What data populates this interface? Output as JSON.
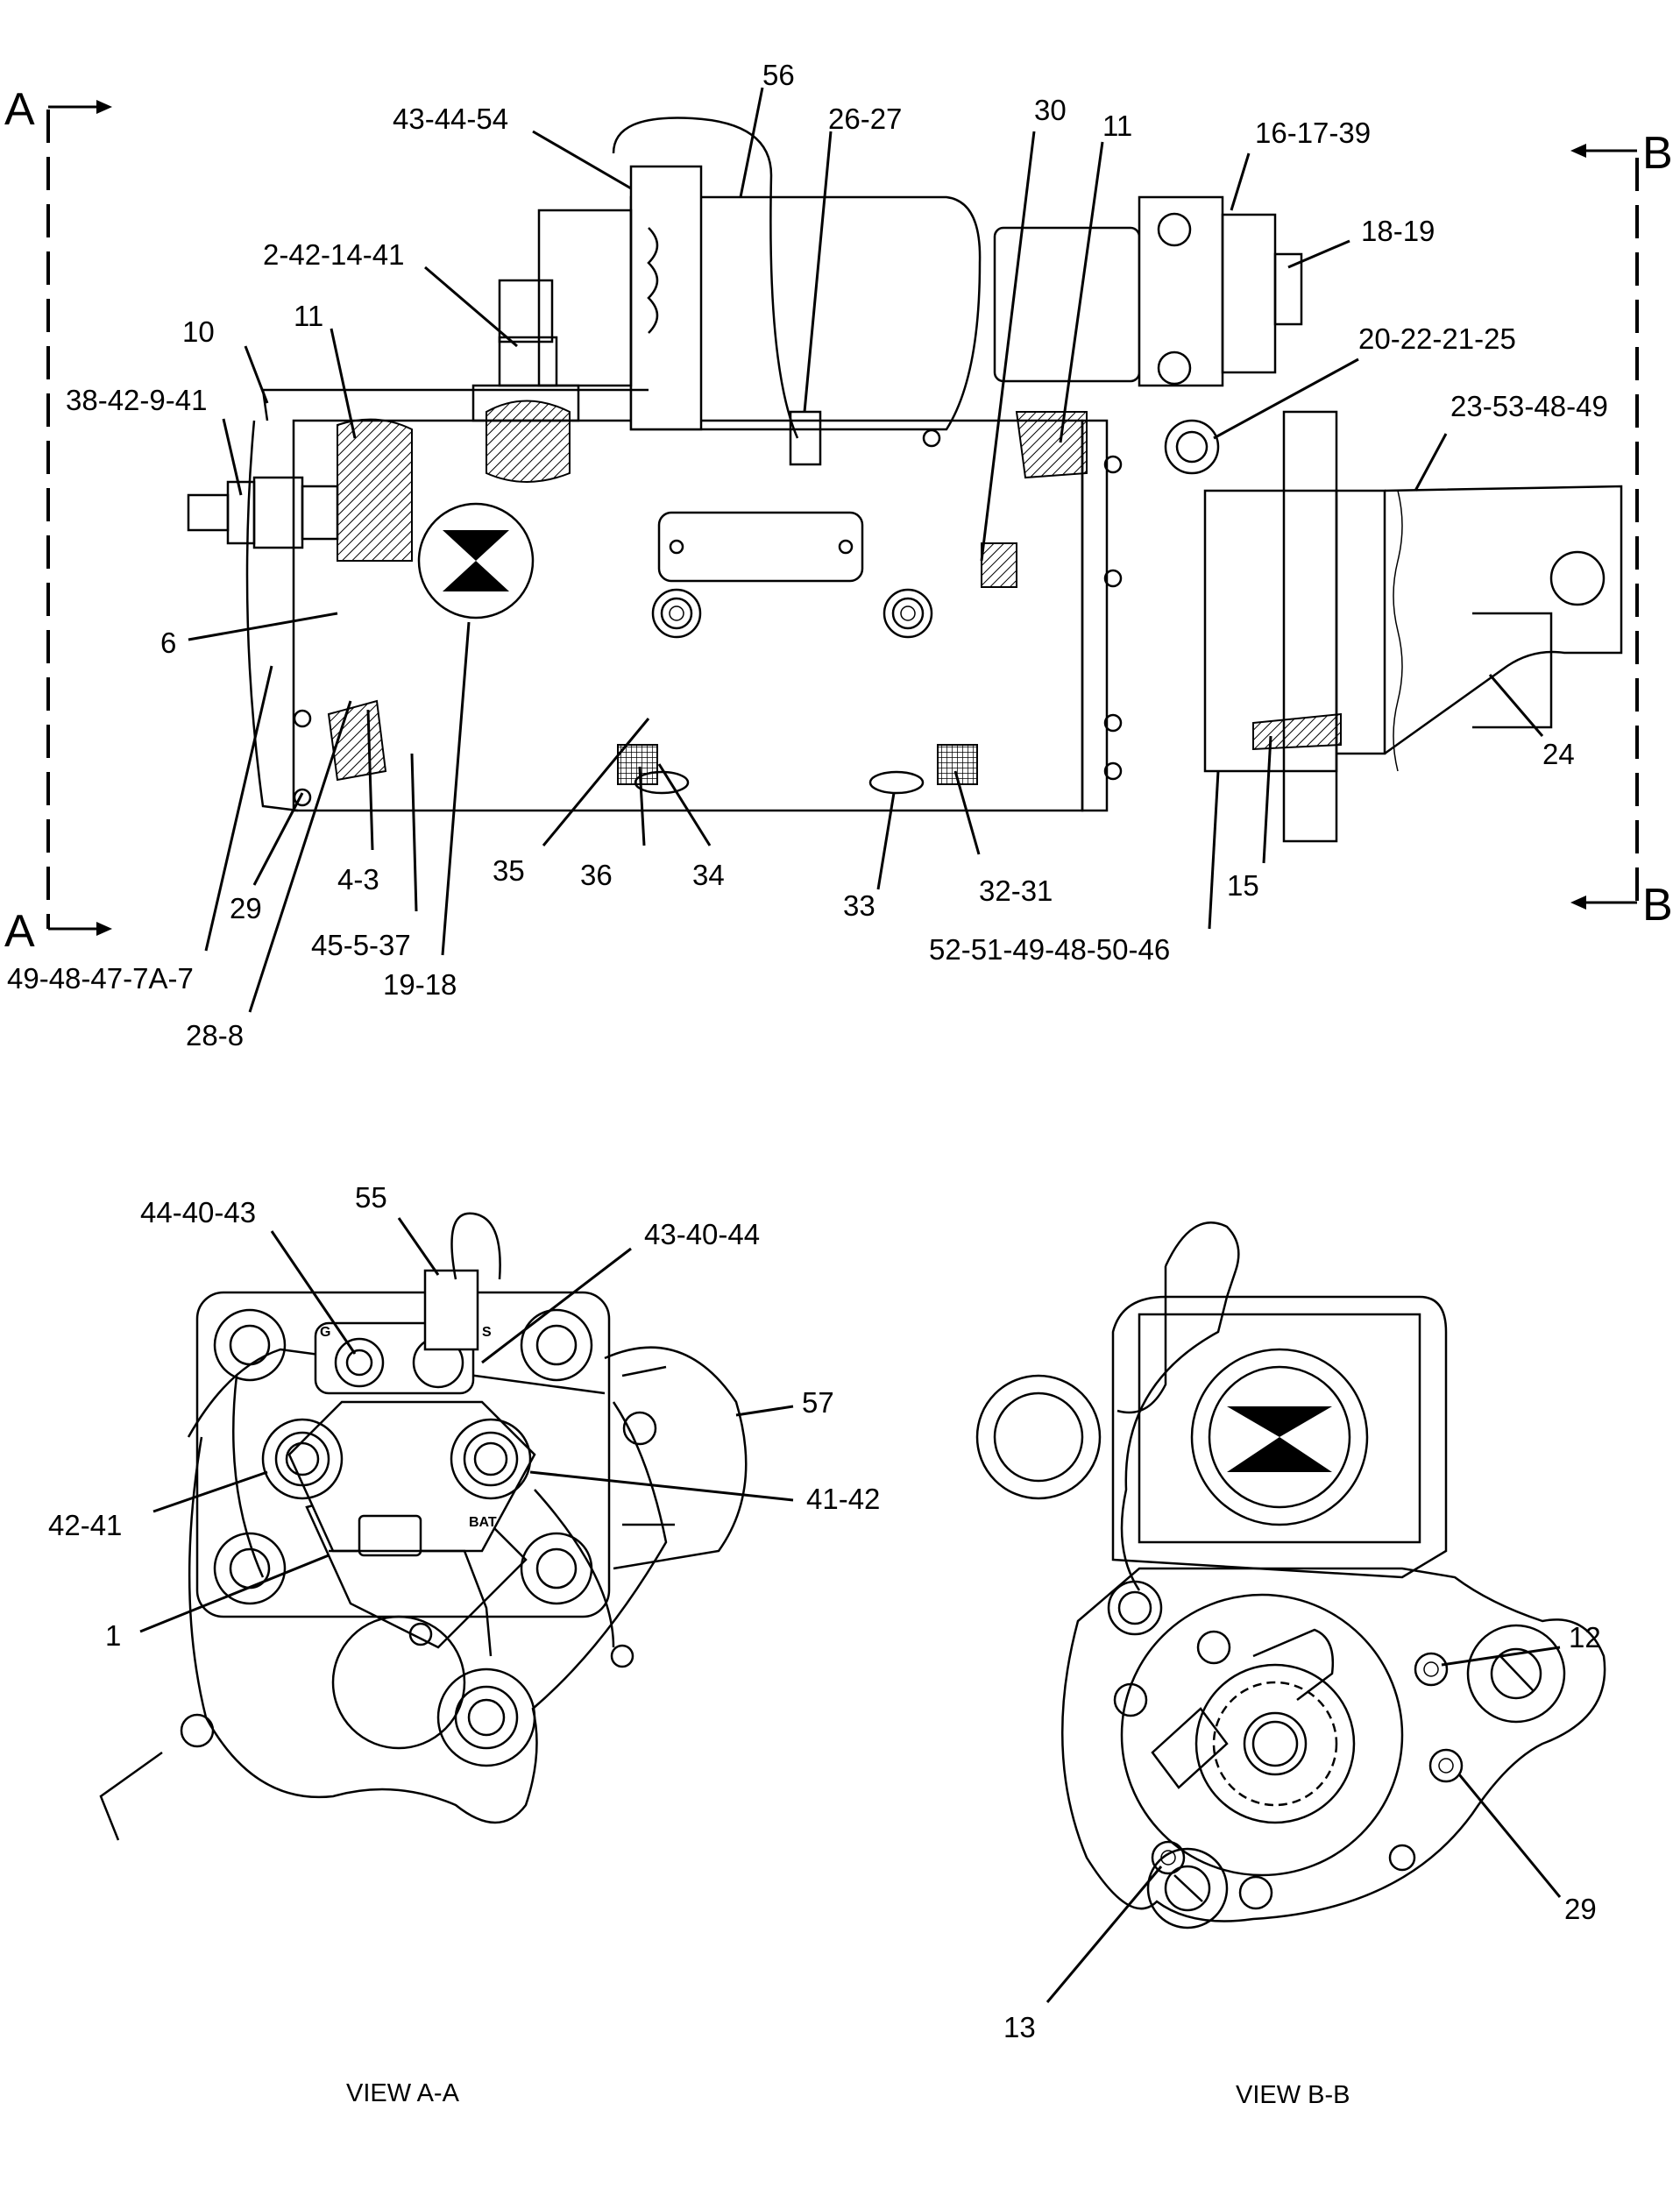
{
  "section_markers": {
    "a_top": "A",
    "a_bottom": "A",
    "b_top": "B",
    "b_bottom": "B"
  },
  "callouts_side_view": [
    "56",
    "43-44-54",
    "26-27",
    "30",
    "11",
    "16-17-39",
    "18-19",
    "2-42-14-41",
    "10",
    "11",
    "20-22-21-25",
    "38-42-9-41",
    "23-53-48-49",
    "6",
    "24",
    "35",
    "36",
    "34",
    "33",
    "32-31",
    "15",
    "29",
    "4-3",
    "45-5-37",
    "52-51-49-48-50-46",
    "49-48-47-7A-7",
    "19-18",
    "28-8"
  ],
  "callouts_view_a": [
    "55",
    "44-40-43",
    "43-40-44",
    "57",
    "42-41",
    "41-42",
    "1"
  ],
  "callouts_view_b": [
    "12",
    "29",
    "13"
  ],
  "part_labels": {
    "bat": "BAT",
    "s_terminal": "S",
    "g_terminal": "G"
  },
  "view_titles": {
    "view_a": "VIEW A-A",
    "view_b": "VIEW B-B"
  }
}
